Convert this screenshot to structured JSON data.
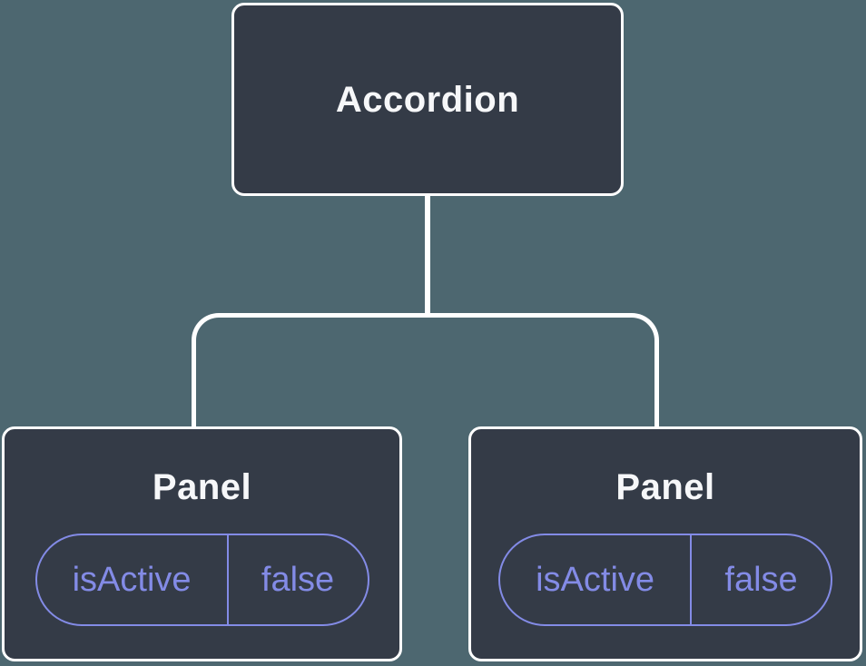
{
  "diagram": {
    "root": {
      "label": "Accordion"
    },
    "children": [
      {
        "label": "Panel",
        "state": {
          "key": "isActive",
          "value": "false"
        }
      },
      {
        "label": "Panel",
        "state": {
          "key": "isActive",
          "value": "false"
        }
      }
    ]
  },
  "colors": {
    "background": "#4D6770",
    "node_fill": "#343B47",
    "node_border": "#FFFFFF",
    "node_text": "#F6F7F9",
    "accent": "#838BE6",
    "connector": "#FFFFFF"
  }
}
